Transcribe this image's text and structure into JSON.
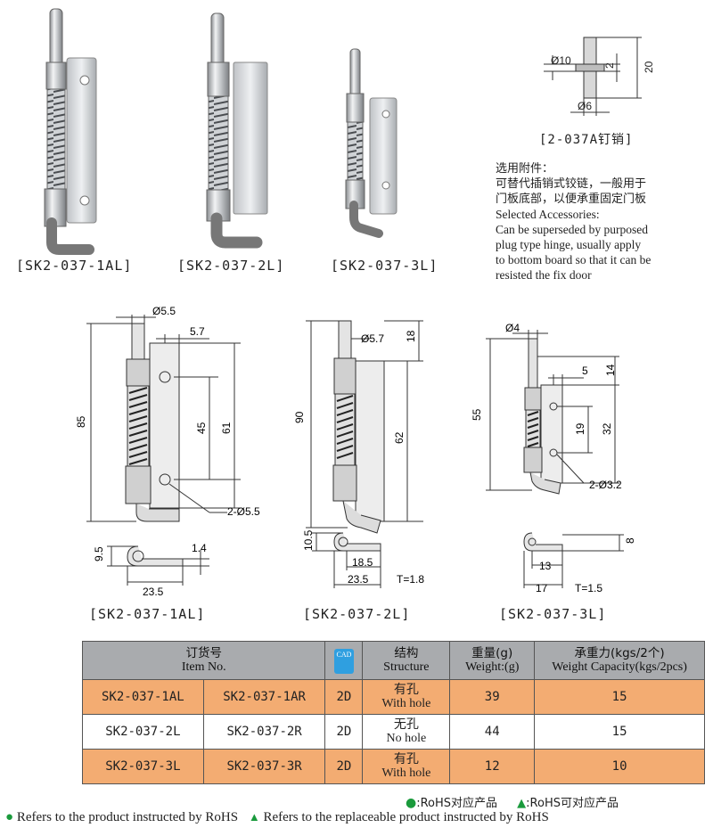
{
  "photos": {
    "labels": [
      "[SK2-037-1AL]",
      "[SK2-037-2L]",
      "[SK2-037-3L]"
    ]
  },
  "accessory": {
    "label": "[2-037A钉销]",
    "dims": {
      "d10": "Ø10",
      "d6": "Ø6",
      "h2": "2",
      "h20": "20"
    },
    "zh_lines": [
      "选用附件：",
      "可替代插销式铰链，一般用于",
      "门板底部，以便承重固定门板"
    ],
    "en_lines": [
      "Selected Accessories:",
      "Can be superseded by purposed",
      "plug type hinge, usually apply",
      "to bottom board so that it can be",
      "resisted the fix door"
    ]
  },
  "drawings": {
    "d1": {
      "dia_pin": "Ø5.5",
      "w": "5.7",
      "h85": "85",
      "h45": "45",
      "h61": "61",
      "holes": "2-Ø5.5",
      "s95": "9.5",
      "s14": "1.4",
      "s235": "23.5",
      "label": "[SK2-037-1AL]"
    },
    "d2": {
      "dia_pin": "Ø5.7",
      "h18": "18",
      "h90": "90",
      "h62": "62",
      "s105": "10.5",
      "s185": "18.5",
      "s235": "23.5",
      "t": "T=1.8",
      "label": "[SK2-037-2L]"
    },
    "d3": {
      "dia_pin": "Ø4",
      "w5": "5",
      "h14": "14",
      "h55": "55",
      "h19": "19",
      "h32": "32",
      "holes": "2-Ø3.2",
      "s8": "8",
      "s13": "13",
      "s17": "17",
      "t": "T=1.5",
      "label": "[SK2-037-3L]"
    }
  },
  "table": {
    "headers": {
      "item_zh": "订货号",
      "item_en": "Item No.",
      "cad_top": "",
      "cad_bottom": "CAD",
      "structure_zh": "结构",
      "structure_en": "Structure",
      "weight_zh": "重量(g)",
      "weight_en": "Weight:(g)",
      "capacity_zh": "承重力(kgs/2个)",
      "capacity_en": "Weight Capacity(kgs/2pcs)"
    },
    "rows": [
      {
        "left": "SK2-037-1AL",
        "right": "SK2-037-1AR",
        "cad": "2D",
        "struct_zh": "有孔",
        "struct_en": "With hole",
        "weight": "39",
        "capacity": "15"
      },
      {
        "left": "SK2-037-2L",
        "right": "SK2-037-2R",
        "cad": "2D",
        "struct_zh": "无孔",
        "struct_en": "No hole",
        "weight": "44",
        "capacity": "15"
      },
      {
        "left": "SK2-037-3L",
        "right": "SK2-037-3R",
        "cad": "2D",
        "struct_zh": "有孔",
        "struct_en": "With hole",
        "weight": "12",
        "capacity": "10"
      }
    ]
  },
  "legend": {
    "zh_circle": ":RoHS对应产品",
    "zh_triangle": ":RoHS可对应产品",
    "en_circle": "Refers to the product instructed by RoHS",
    "en_triangle": "Refers to the replaceable product instructed by RoHS",
    "circle_color": "#1a9a3c",
    "triangle_color": "#1a9a3c"
  },
  "colors": {
    "orange_row": "#f3ac72",
    "header_gray": "#a9abae",
    "cad_blue": "#2f9fe0"
  }
}
